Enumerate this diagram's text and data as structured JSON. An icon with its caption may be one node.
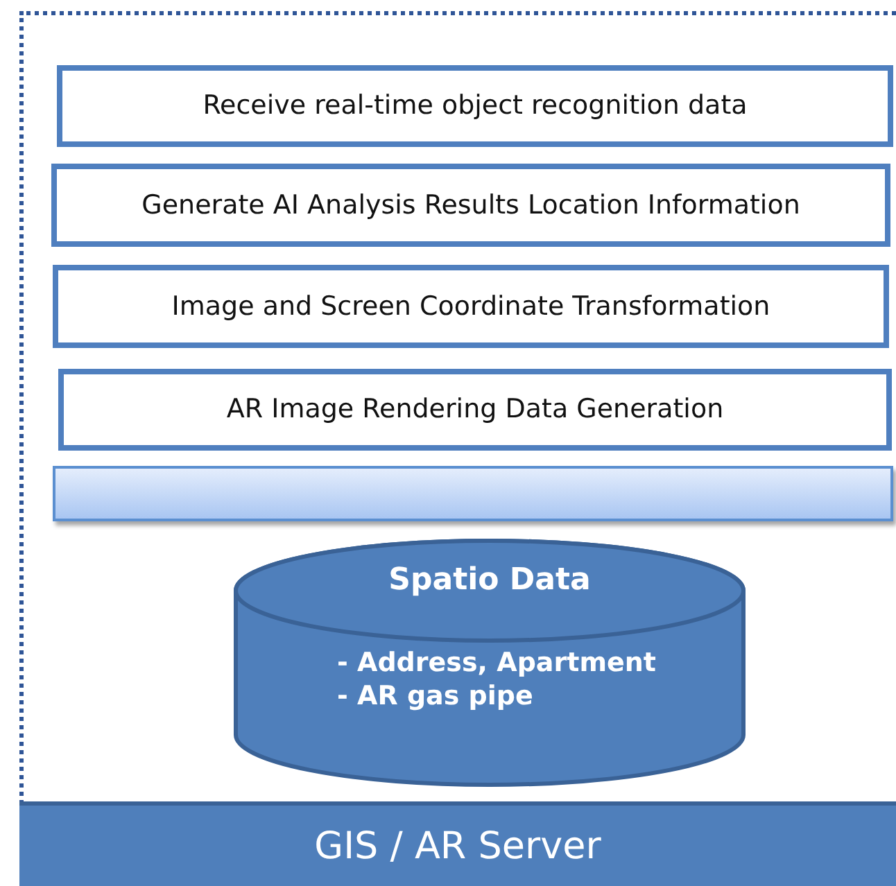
{
  "diagram": {
    "nodes": [
      {
        "text": [],
        "shape": "box"
      },
      {
        "text": [
          "Receive real-time object recognition data"
        ],
        "in": 0
      },
      {
        "text": [
          "Generate AI Analysis Results Location Information"
        ],
        "in": 0
      },
      {
        "text": [
          "Image and Screen Coordinate Transformation"
        ],
        "in": 0
      },
      {
        "text": [
          "AR Image Rendering Data Generation"
        ],
        "in": 0
      },
      {
        "text": [],
        "shape": "bar",
        "in": 0
      },
      {
        "text": [
          "Spatio Data",
          "- Address, Apartment",
          "- AR gas pipe"
        ],
        "in": 0
      },
      {
        "text": [
          "GIS / AR Server"
        ]
      }
    ]
  }
}
